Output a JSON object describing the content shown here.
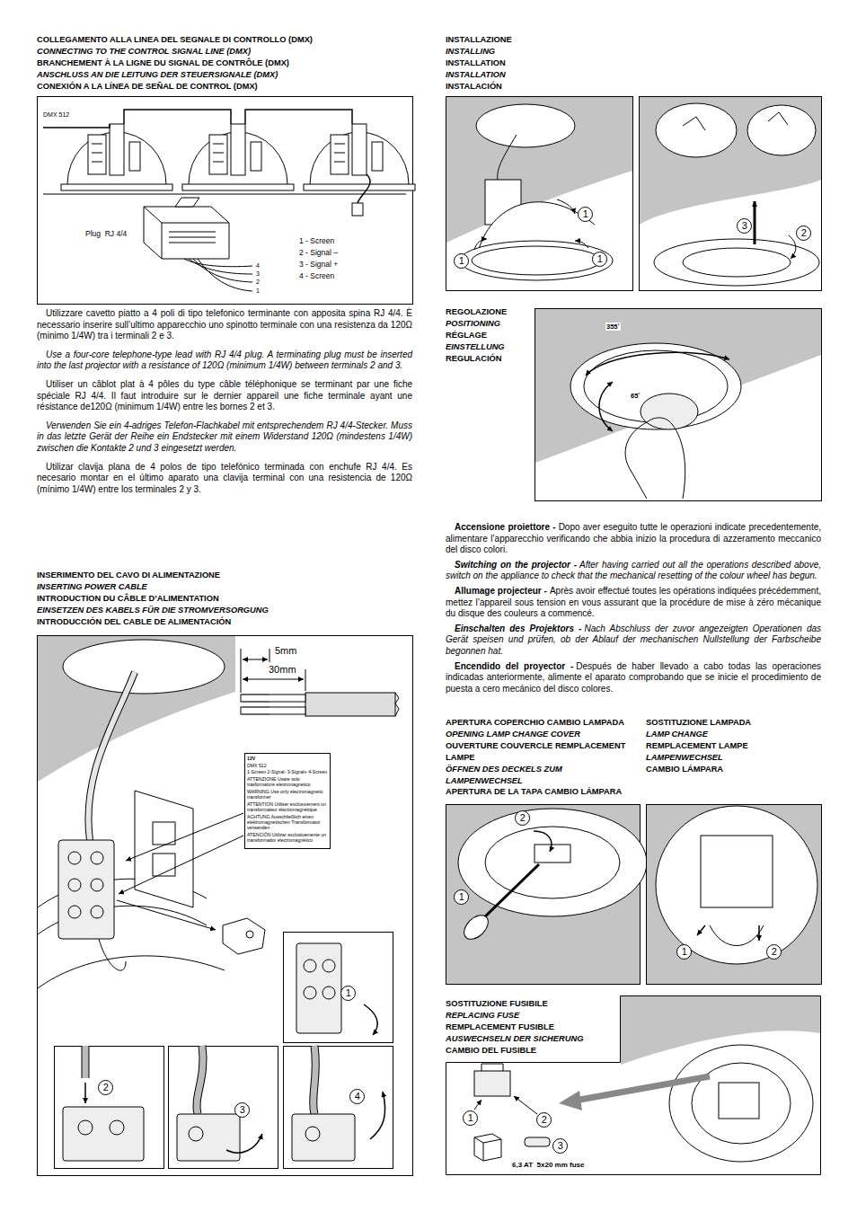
{
  "diagram": {
    "nodes": [
      {
        "text": [
          "12V",
          "DMX 512",
          "1-Screen 2-Signal- 3-Signal+ 4-Screen",
          "ATTENZIONE Usare solo trasformatore elettromagnetico",
          "WARNING Use only electromagnetic transformer",
          "ATTENTION Utiliser exclusivement un transformateur électromagnétique",
          "ACHTUNG Ausschließlich einen elektromagnetischen Transformator verwenden",
          "ATENCIÓN Utilizar exclusivamente un transformador electromagnético"
        ]
      }
    ],
    "labels": [
      "COLLEGAMENTO ALLA LINEA DEL SEGNALE DI CONTROLLO (DMX)",
      "CONNECTING TO THE CONTROL SIGNAL LINE (DMX)",
      "BRANCHEMENT À LA LIGNE DU SIGNAL DE CONTRÔLE (DMX)",
      "ANSCHLUSS AN DIE LEITUNG DER STEUERSIGNALE (DMX)",
      "CONEXIÓN A LA LÍNEA DE SEÑAL DE CONTROL (DMX)",
      "DMX 512",
      "Plug  RJ 4/4",
      "1 - Screen",
      "2 - Signal –",
      "3 - Signal +",
      "4 - Screen",
      "4",
      "3",
      "2",
      "1",
      "Utilizzare cavetto piatto a 4 poli di tipo telefonico terminante con apposita spina RJ 4/4. È necessario inserire sull’ultimo apparecchio uno spinotto terminale con una resistenza da 120Ω (minimo 1/4W) tra i terminali 2 e 3.",
      "Use a four-core telephone-type lead with RJ 4/4 plug. A terminating plug must be inserted into the last projector with a resistance of 120Ω (minimum 1/4W) between terminals 2 and 3.",
      "Utiliser un câblot plat à 4 pôles du type câble téléphonique se terminant par une fiche spéciale RJ 4/4. Il faut introduire sur le dernier appareil une fiche terminale ayant une résistance de120Ω (minimum 1/4W) entre les bornes 2 et 3.",
      "Verwenden Sie ein 4-adriges Telefon-Flachkabel mit entsprechendem RJ 4/4-Stecker. Muss in das letzte Gerät der Reihe ein Endstecker mit einem Widerstand 120Ω (mindestens 1/4W) zwischen die Kontakte 2 und 3 eingesetzt werden.",
      "Utilizar clavija plana de 4 polos de tipo telefónico terminada con enchufe RJ 4/4. Es necesario montar en el último aparato una clavija terminal con una resistencia de 120Ω (mínimo 1/4W) entre los terminales 2 y 3.",
      "INSERIMENTO DEL CAVO DI ALIMENTAZIONE",
      "INSERTING POWER CABLE",
      "INTRODUCTION DU CÂBLE D’ALIMENTATION",
      "EINSETZEN DES KABELS FÜR DIE STROMVERSORGUNG",
      "INTRODUCCIÓN DEL CABLE DE ALIMENTACIÓN",
      "5mm",
      "30mm",
      "1",
      "2",
      "3",
      "4",
      "INSTALLAZIONE",
      "INSTALLING",
      "INSTALLATION",
      "INSTALLATION",
      "INSTALACIÓN",
      "1",
      "1",
      "1",
      "3",
      "2",
      "REGOLAZIONE",
      "POSITIONING",
      "RÉGLAGE",
      "EINSTELLUNG",
      "REGULACIÓN",
      "355˚",
      "65˚",
      "Accensione proiettore -",
      "Dopo aver eseguito tutte le operazioni indicate precedentemente, alimentare l’apparecchio verificando che abbia inizio la procedura di azzeramento meccanico del disco colori.",
      "Switching on the projector -",
      "After having carried out all the operations described above, switch on the appliance to check that the mechanical resetting of the colour wheel has begun.",
      "Allumage projecteur -",
      "Après avoir effectué toutes les opérations indiquées précédemment, mettez l’appareil sous tension en vous assurant que la procédure de mise à zéro mécanique du disque des couleurs a commencé.",
      "Einschalten des Projektors -",
      "Nach Abschluss der zuvor angezeigten Operationen das Gerät speisen und prüfen, ob der Ablauf der mechanischen Nullstellung der Farbscheibe begonnen hat.",
      "Encendido del proyector -",
      "Después de haber llevado a cabo todas las operaciones indicadas anteriormente, alimente el aparato comprobando que se inicie el procedimiento de puesta a cero mecánico del disco colores.",
      "APERTURA COPERCHIO CAMBIO LAMPADA",
      "OPENING LAMP CHANGE COVER",
      "OUVERTURE COUVERCLE REMPLACEMENT LAMPE",
      "ÖFFNEN DES DECKELS ZUM LAMPENWECHSEL",
      "APERTURA DE LA TAPA CAMBIO LÁMPARA",
      "SOSTITUZIONE LAMPADA",
      "LAMP CHANGE",
      "REMPLACEMENT LAMPE",
      "LAMPENWECHSEL",
      "CAMBIO LÁMPARA",
      "2",
      "1",
      "1",
      "2",
      "SOSTITUZIONE FUSIBILE",
      "REPLACING FUSE",
      "REMPLACEMENT FUSIBLE",
      "AUSWECHSELN DER SICHERUNG",
      "CAMBIO DEL FUSIBLE",
      "1",
      "2",
      "3",
      "6,3 AT  5x20 mm fuse"
    ]
  }
}
